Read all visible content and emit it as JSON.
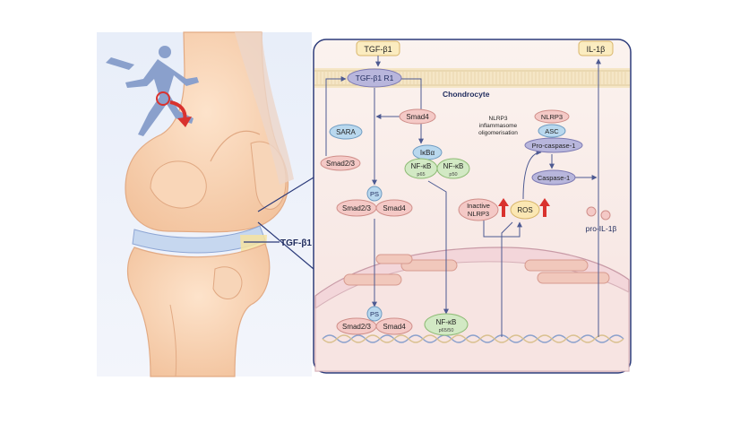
{
  "labels": {
    "tgfb1_top": "TGF-β1",
    "il1b_top": "IL-1β",
    "receptor": "TGF-β1 R1",
    "cell": "Chondrocyte",
    "smad4_upper": "Smad4",
    "sara": "SARA",
    "smad23_left": "Smad2/3",
    "ikba": "IκBα",
    "nfkb_p65": "NF-κB",
    "nfkb_p65_sub": "p65",
    "nfkb_p50": "NF-κB",
    "nfkb_p50_sub": "p50",
    "ps_mid": "PS",
    "smad23_mid": "Smad2/3",
    "smad4_mid": "Smad4",
    "ps_low": "PS",
    "smad23_low": "Smad2/3",
    "smad4_low": "Smad4",
    "nfkb_nuc": "NF-κB",
    "nfkb_nuc_sub": "p65/50",
    "nlrp3_line1": "NLRP3",
    "nlrp3_line2": "inflammasome",
    "nlrp3_line3": "oligomerisation",
    "nlrp3": "NLRP3",
    "asc": "ASC",
    "procasp1": "Pro-caspase-1",
    "casp1": "Caspase-1",
    "inactive_line1": "Inactive",
    "inactive_line2": "NLRP3",
    "ros": "ROS",
    "proil1b": "pro-IL-1β",
    "tgfb1_knee": "TGF-β1"
  },
  "colors": {
    "panel_border": "#2c3b7a",
    "lavender": "#b8b6dc",
    "light_blue": "#b9d8ee",
    "green": "#d2e9c4",
    "pink": "#f4c9c6",
    "peach": "#fbe7b3",
    "bone": "#f6cfae",
    "runner": "#8aa0cc",
    "red_arrow": "#d9322e"
  },
  "icons": {
    "runner": "runner-silhouette-icon",
    "impact": "red-circle-arrow-icon",
    "up_arrows": "red-up-arrow-icon"
  }
}
